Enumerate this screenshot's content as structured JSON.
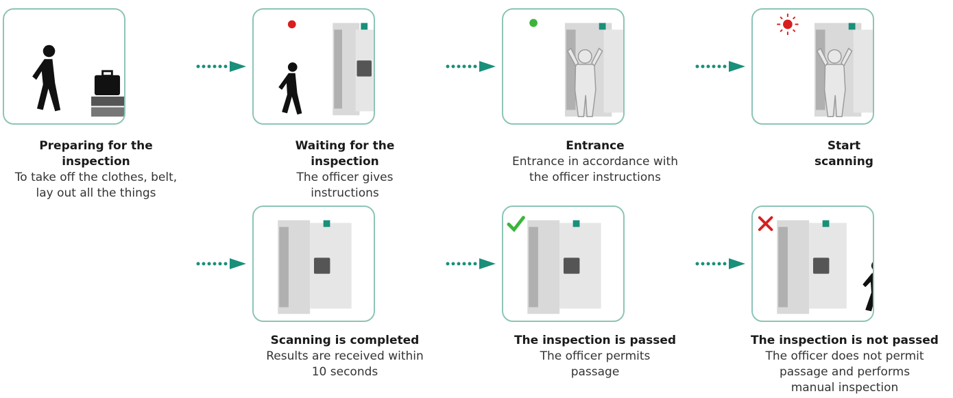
{
  "steps": [
    {
      "title": "Preparing for the inspection",
      "title_lines": [
        "Preparing for the",
        "inspection"
      ],
      "desc_lines": [
        "To take off the clothes, belt,",
        "lay out all the things"
      ],
      "light": "none"
    },
    {
      "title": "Waiting for the inspection",
      "title_lines": [
        "Waiting for the",
        "inspection"
      ],
      "desc_lines": [
        "The officer gives",
        "instructions"
      ],
      "light": "red"
    },
    {
      "title": "Entrance",
      "title_lines": [
        "Entrance"
      ],
      "desc_lines": [
        "Entrance in accordance with",
        "the officer instructions"
      ],
      "light": "green"
    },
    {
      "title": "Start scanning",
      "title_lines": [
        "Start",
        "scanning"
      ],
      "desc_lines": [],
      "light": "flash-red"
    },
    {
      "title": "Scanning is completed",
      "title_lines": [
        "Scanning is completed"
      ],
      "desc_lines": [
        "Results are received within",
        "10 seconds"
      ],
      "light": "none"
    },
    {
      "title": "The inspection is passed",
      "title_lines": [
        "The inspection is passed"
      ],
      "desc_lines": [
        "The officer permits",
        "passage"
      ],
      "light": "check"
    },
    {
      "title": "The inspection is not passed",
      "title_lines": [
        "The inspection is not passed"
      ],
      "desc_lines": [
        "The officer does not permit",
        "passage and performs",
        "manual inspection"
      ],
      "light": "cross"
    }
  ],
  "colors": {
    "border": "#8cc4b6",
    "arrow": "#1a8f7a",
    "red": "#d81e1e",
    "green": "#3cb43c"
  }
}
